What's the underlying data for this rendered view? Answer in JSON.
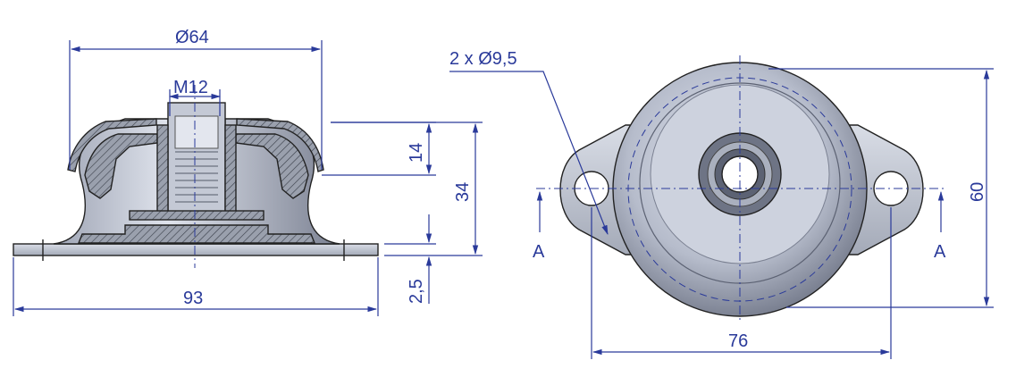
{
  "dimensions": {
    "diameter_top": "Ø64",
    "thread": "M12",
    "height_upper": "14",
    "height_total": "34",
    "base_thickness": "2,5",
    "base_length": "93",
    "holes": "2 x Ø9,5",
    "hole_spacing": "76",
    "base_width": "60",
    "section_left": "A",
    "section_right": "A"
  },
  "colors": {
    "dimension_line": "#2a3a9a",
    "rubber_fill": "#8f95a3",
    "steel_light": "#c9ceda",
    "steel_dark": "#5c6273"
  }
}
